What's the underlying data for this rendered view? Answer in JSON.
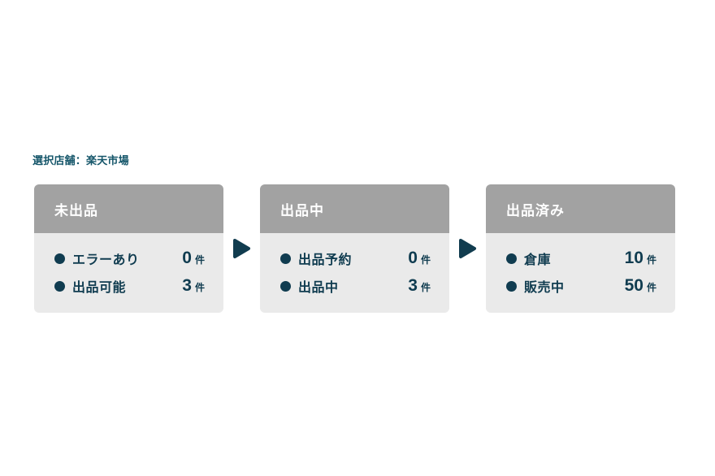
{
  "header": {
    "selected_store": "選択店舗：楽天市場"
  },
  "colors": {
    "page_bg": "#ffffff",
    "card_header_bg": "#a2a2a2",
    "card_body_bg": "#eaeaea",
    "card_text": "#103c50",
    "store_label_text": "#15566a",
    "card_header_text": "#ffffff",
    "arrow": "#113c4f"
  },
  "icons": {
    "bullet": "filled-circle",
    "arrow": "triangle-right"
  },
  "cards": [
    {
      "title": "未出品",
      "rows": [
        {
          "label": "エラーあり",
          "value": "0",
          "unit": "件"
        },
        {
          "label": "出品可能",
          "value": "3",
          "unit": "件"
        }
      ]
    },
    {
      "title": "出品中",
      "rows": [
        {
          "label": "出品予約",
          "value": "0",
          "unit": "件"
        },
        {
          "label": "出品中",
          "value": "3",
          "unit": "件"
        }
      ]
    },
    {
      "title": "出品済み",
      "rows": [
        {
          "label": "倉庫",
          "value": "10",
          "unit": "件"
        },
        {
          "label": "販売中",
          "value": "50",
          "unit": "件"
        }
      ]
    }
  ]
}
